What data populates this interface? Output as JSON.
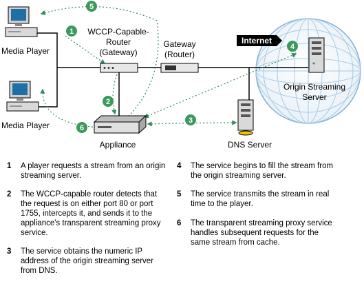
{
  "labels": {
    "media_player_top": "Media Player",
    "media_player_bottom": "Media Player",
    "router_line1": "WCCP-Capable-",
    "router_line2": "Router",
    "router_line3": "(Gateway)",
    "gateway_line1": "Gateway",
    "gateway_line2": "(Router)",
    "internet": "Internet",
    "origin_line1": "Origin Streaming",
    "origin_line2": "Server",
    "dns": "DNS Server",
    "appliance": "Appliance"
  },
  "markers": [
    "1",
    "2",
    "3",
    "4",
    "5",
    "6"
  ],
  "steps": [
    {
      "num": "1",
      "text": "A player requests a stream from an origin streaming server."
    },
    {
      "num": "2",
      "text": "The WCCP-capable router detects that the request is on either port 80 or port 1755, intercepts it, and sends it to the appliance's transparent streaming proxy service."
    },
    {
      "num": "3",
      "text": "The service obtains the numeric IP address of the origin streaming server from DNS."
    },
    {
      "num": "4",
      "text": "The service begins to fill the stream from the origin streaming server."
    },
    {
      "num": "5",
      "text": "The service transmits the stream in real time to the player."
    },
    {
      "num": "6",
      "text": "The transparent streaming proxy service handles subsequent requests for the same stream from cache."
    }
  ],
  "colors": {
    "marker_green": "#3a9a5b",
    "globe_line": "#7fb0d6",
    "dotted_arrow": "#2e8b57",
    "internet_tag": "#000000"
  }
}
